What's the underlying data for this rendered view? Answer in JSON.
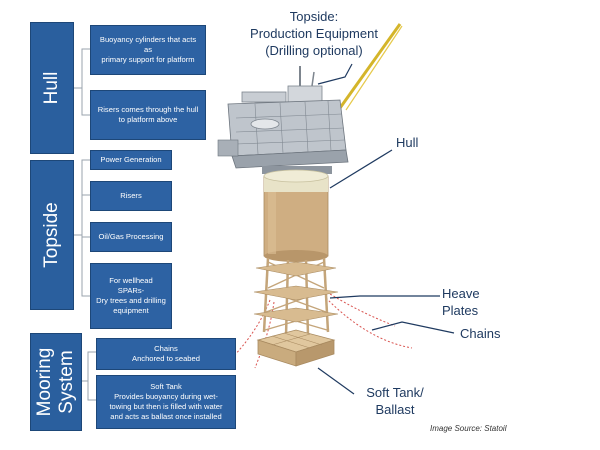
{
  "categories": [
    {
      "id": "hull",
      "label": "Hull"
    },
    {
      "id": "topside",
      "label": "Topside"
    },
    {
      "id": "mooring",
      "label_line1": "Mooring",
      "label_line2": "System"
    }
  ],
  "hull_items": [
    {
      "line1": "Buoyancy cylinders that acts as",
      "line2": "primary support for platform"
    },
    {
      "line1": "Risers comes through the hull",
      "line2": "to platform above"
    }
  ],
  "topside_items": [
    {
      "line1": "Power Generation"
    },
    {
      "line1": "Risers"
    },
    {
      "line1": "Oil/Gas Processing"
    },
    {
      "line1": "For wellhead SPARs-",
      "line2": "Dry trees and drilling",
      "line3": "equipment"
    }
  ],
  "mooring_items": [
    {
      "line1": "Chains",
      "line2": "Anchored to seabed"
    },
    {
      "line1": "Soft Tank",
      "line2": "Provides buoyancy during wet-",
      "line3": "towing but then is filled with water",
      "line4": "and acts as ballast once installed"
    }
  ],
  "callouts": {
    "topside_line1": "Topside:",
    "topside_line2": "Production Equipment",
    "topside_line3": "(Drilling optional)",
    "hull": "Hull",
    "heave_line1": "Heave",
    "heave_line2": "Plates",
    "chains": "Chains",
    "softtank_line1": "Soft Tank/",
    "softtank_line2": "Ballast"
  },
  "image_source": "Image Source: Statoil",
  "colors": {
    "category_blue": "#2a5f9e",
    "box_blue": "#2d62a3",
    "callout_text": "#1f3a60",
    "chain_red": "#d9534f",
    "hull_tan": "#cfae82"
  }
}
